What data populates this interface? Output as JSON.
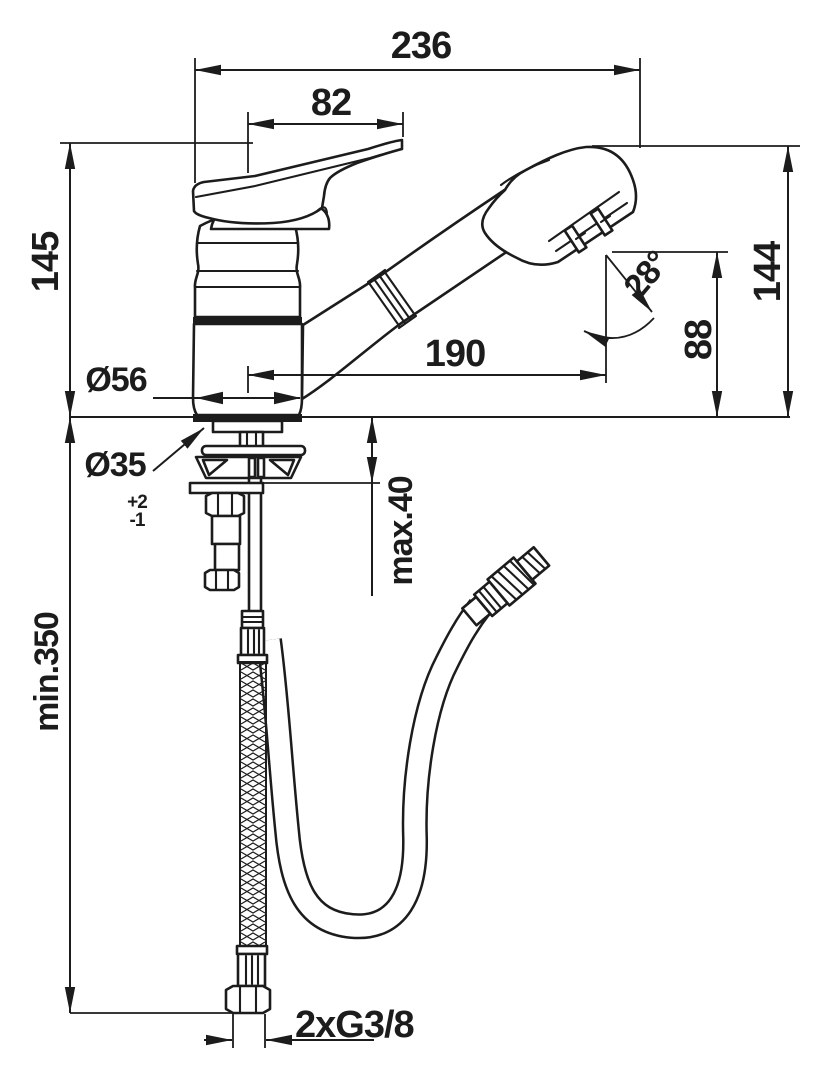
{
  "drawing": {
    "kind": "technical-dimension-drawing",
    "subject": "single-lever sink mixer with pull-out spray, mounting hardware and connection hoses",
    "units": "mm",
    "line_color": "#1c1c1c",
    "background": "#ffffff",
    "dims": {
      "overall_depth": "236",
      "lever_length": "82",
      "body_height": "145",
      "outlet_top_height": "144",
      "outlet_height": "88",
      "spout_reach": "190",
      "outlet_angle": "28°",
      "base_diameter": "Ø56",
      "hole_diameter": "Ø35",
      "hole_tol_plus": "+2",
      "hole_tol_minus": "-1",
      "max_deck_thickness": "max.40",
      "min_hose_clearance": "min.350",
      "supply_connection": "2xG3/8"
    }
  }
}
